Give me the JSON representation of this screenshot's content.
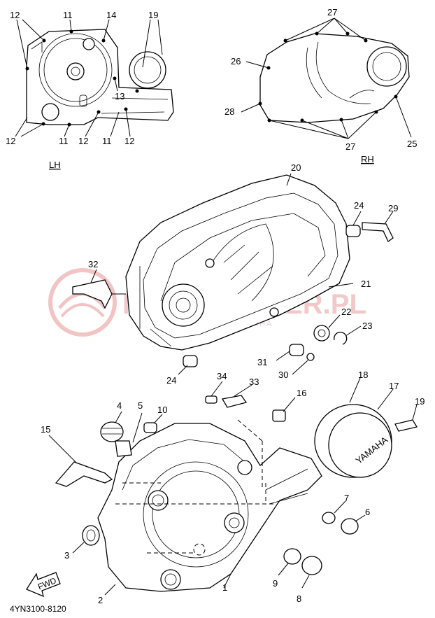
{
  "watermark": {
    "brand": "MAXSCOOTER.PL",
    "tagline": "CZESCI DO YAMAHA"
  },
  "views": {
    "left": "LH",
    "right": "RH"
  },
  "diagram_code": "4YN3100-8120",
  "fwd_label": "FWD",
  "cover_logo": "YAMAHA",
  "callouts": {
    "c1": "1",
    "c2": "2",
    "c3": "3",
    "c4": "4",
    "c5": "5",
    "c6": "6",
    "c7": "7",
    "c8": "8",
    "c9": "9",
    "c10": "10",
    "c11a": "11",
    "c11b": "11",
    "c11c": "11",
    "c12a": "12",
    "c12b": "12",
    "c12c": "12",
    "c12d": "12",
    "c13": "13",
    "c14": "14",
    "c15": "15",
    "c16": "16",
    "c17": "17",
    "c18": "18",
    "c19a": "19",
    "c19b": "19",
    "c20": "20",
    "c21": "21",
    "c22": "22",
    "c23": "23",
    "c24a": "24",
    "c24b": "24",
    "c25": "25",
    "c26": "26",
    "c27a": "27",
    "c27b": "27",
    "c28": "28",
    "c29": "29",
    "c30": "30",
    "c31": "31",
    "c32": "32",
    "c33": "33",
    "c34": "34"
  }
}
